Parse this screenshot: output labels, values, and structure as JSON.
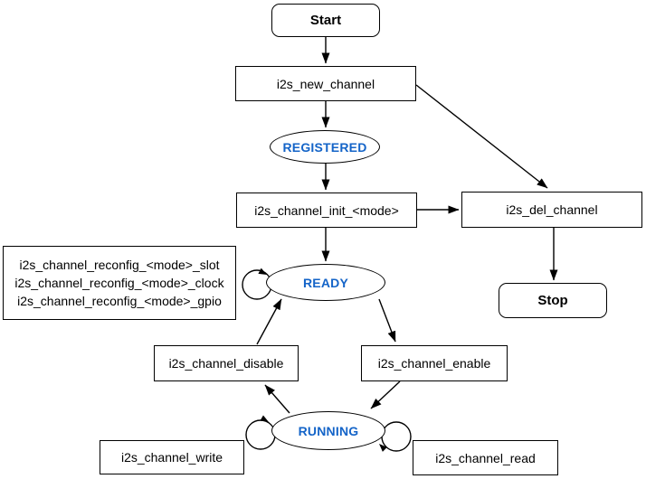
{
  "diagram": {
    "type": "state-flowchart",
    "colors": {
      "state_label": "#1464C8",
      "line": "#000000",
      "node_fill": "#FFFFFF"
    },
    "nodes": {
      "start": "Start",
      "new_channel": "i2s_new_channel",
      "registered": "REGISTERED",
      "init": "i2s_channel_init_<mode>",
      "del_channel": "i2s_del_channel",
      "stop": "Stop",
      "ready": "READY",
      "reconfig": [
        "i2s_channel_reconfig_<mode>_slot",
        "i2s_channel_reconfig_<mode>_clock",
        "i2s_channel_reconfig_<mode>_gpio"
      ],
      "disable": "i2s_channel_disable",
      "enable": "i2s_channel_enable",
      "running": "RUNNING",
      "write": "i2s_channel_write",
      "read": "i2s_channel_read"
    },
    "edges": [
      {
        "from": "Start",
        "to": "i2s_new_channel"
      },
      {
        "from": "i2s_new_channel",
        "to": "REGISTERED"
      },
      {
        "from": "i2s_new_channel",
        "to": "i2s_del_channel"
      },
      {
        "from": "REGISTERED",
        "to": "i2s_channel_init_<mode>"
      },
      {
        "from": "i2s_channel_init_<mode>",
        "to": "READY"
      },
      {
        "from": "i2s_channel_init_<mode>",
        "to": "i2s_del_channel"
      },
      {
        "from": "i2s_del_channel",
        "to": "Stop"
      },
      {
        "from": "READY",
        "to": "READY"
      },
      {
        "from": "READY",
        "to": "i2s_channel_enable"
      },
      {
        "from": "i2s_channel_disable",
        "to": "READY"
      },
      {
        "from": "i2s_channel_enable",
        "to": "RUNNING"
      },
      {
        "from": "RUNNING",
        "to": "i2s_channel_disable"
      },
      {
        "from": "RUNNING",
        "to": "RUNNING"
      }
    ]
  }
}
